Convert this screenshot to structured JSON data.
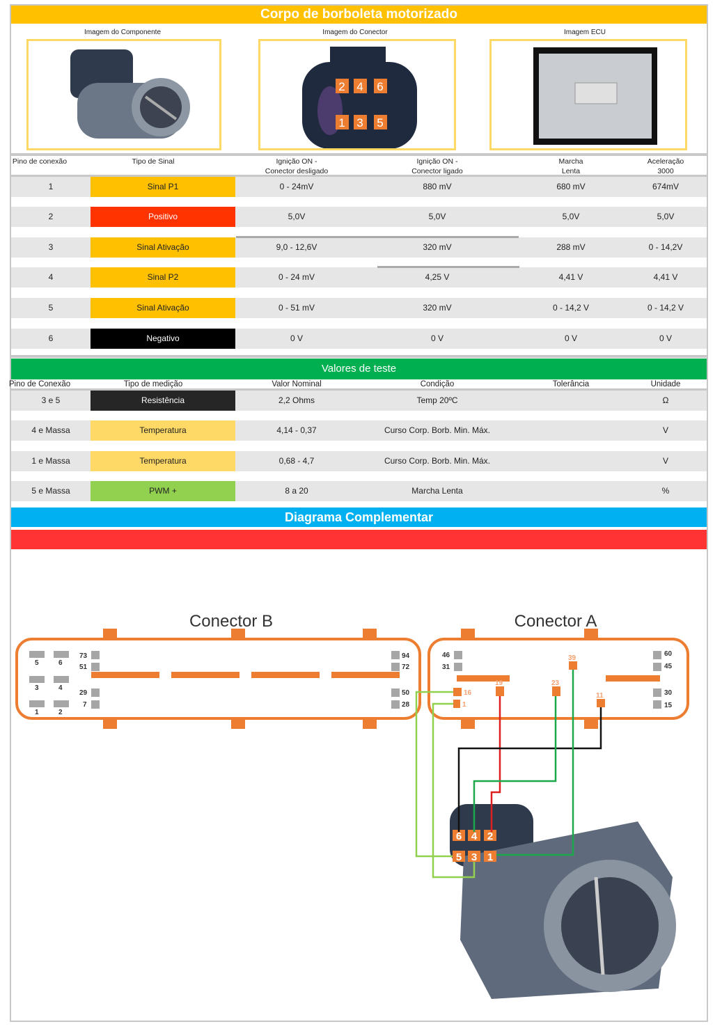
{
  "title": "Corpo de borboleta motorizado",
  "images": {
    "component": "Imagem do Componente",
    "connector": "Imagem do Conector",
    "ecu": "Imagem ECU",
    "connector_pins": [
      "2",
      "4",
      "6",
      "1",
      "3",
      "5"
    ]
  },
  "table1": {
    "headers": [
      "Pino de conexão",
      "Tipo de Sinal",
      "Ignição ON -\nConector desligado",
      "Ignição ON -\nConector ligado",
      "Marcha\nLenta",
      "Aceleração\n3000"
    ],
    "rows": [
      {
        "pin": "1",
        "tipo": "Sinal P1",
        "color": "#ffc000",
        "text": "#222",
        "v": [
          "0 - 24mV",
          "880 mV",
          "680 mV",
          "674mV"
        ]
      },
      {
        "pin": "2",
        "tipo": "Positivo",
        "color": "#ff3300",
        "text": "#fff",
        "v": [
          "5,0V",
          "5,0V",
          "5,0V",
          "5,0V"
        ]
      },
      {
        "pin": "3",
        "tipo": "Sinal Ativação",
        "color": "#ffc000",
        "text": "#222",
        "v": [
          "9,0 - 12,6V",
          "320 mV",
          "288 mV",
          "0 - 14,2V"
        ]
      },
      {
        "pin": "4",
        "tipo": "Sinal P2",
        "color": "#ffc000",
        "text": "#222",
        "v": [
          "0 - 24 mV",
          "4,25 V",
          "4,41 V",
          "4,41 V"
        ]
      },
      {
        "pin": "5",
        "tipo": "Sinal Ativação",
        "color": "#ffc000",
        "text": "#222",
        "v": [
          "0 - 51 mV",
          "320 mV",
          "0 - 14,2 V",
          "0 - 14,2 V"
        ]
      },
      {
        "pin": "6",
        "tipo": "Negativo",
        "color": "#000000",
        "text": "#fff",
        "v": [
          "0 V",
          "0 V",
          "0 V",
          "0 V"
        ]
      }
    ]
  },
  "test": {
    "title": "Valores de teste",
    "headers": [
      "Pino de Conexão",
      "Tipo de medição",
      "Valor Nominal",
      "Condição",
      "Tolerância",
      "Unidade"
    ],
    "rows": [
      {
        "pin": "3 e 5",
        "tipo": "Resistência",
        "color": "#262626",
        "text": "#fff",
        "v": [
          "2,2 Ohms",
          "Temp 20ºC",
          "",
          "Ω"
        ]
      },
      {
        "pin": "4 e Massa",
        "tipo": "Temperatura",
        "color": "#ffd966",
        "text": "#222",
        "v": [
          "4,14 - 0,37",
          "Curso Corp. Borb. Min. Máx.",
          "",
          "V"
        ]
      },
      {
        "pin": "1 e Massa",
        "tipo": "Temperatura",
        "color": "#ffd966",
        "text": "#222",
        "v": [
          "0,68 - 4,7",
          "Curso Corp. Borb. Min. Máx.",
          "",
          "V"
        ]
      },
      {
        "pin": "5 e Massa",
        "tipo": "PWM +",
        "color": "#92d050",
        "text": "#222",
        "v": [
          "8 a 20",
          "Marcha Lenta",
          "",
          "%"
        ]
      }
    ]
  },
  "diagram": {
    "title": "Diagrama Complementar",
    "conn_b": "Conector B",
    "conn_a": "Conector A",
    "b_pins": [
      "5",
      "6",
      "3",
      "4",
      "1",
      "2",
      "73",
      "51",
      "29",
      "7",
      "94",
      "72",
      "50",
      "28"
    ],
    "a_pins": [
      "46",
      "31",
      "60",
      "45",
      "30",
      "15",
      "16",
      "1",
      "19",
      "23",
      "39",
      "11"
    ],
    "tb_pins": [
      "6",
      "4",
      "2",
      "5",
      "3",
      "1"
    ]
  },
  "colors": {
    "yellow": "#ffc000",
    "green": "#00b050",
    "blue": "#00b0f0",
    "red": "#ff3333",
    "orange": "#ed7d31"
  }
}
